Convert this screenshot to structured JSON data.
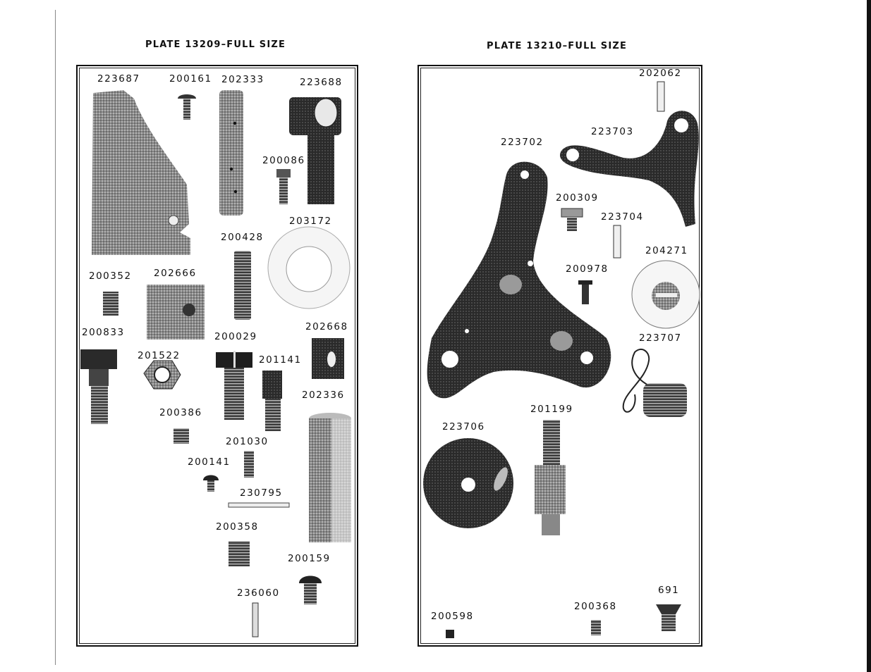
{
  "plates": [
    {
      "title": "PLATE 13209–FULL SIZE",
      "labels": [
        "223687",
        "200161",
        "202333",
        "223688",
        "200086",
        "203172",
        "200428",
        "200352",
        "202666",
        "200833",
        "202668",
        "200029",
        "201141",
        "201522",
        "202336",
        "200386",
        "201030",
        "200141",
        "230795",
        "200358",
        "200159",
        "236060"
      ]
    },
    {
      "title": "PLATE 13210–FULL SIZE",
      "labels": [
        "202062",
        "223703",
        "223702",
        "200309",
        "223704",
        "204271",
        "200978",
        "223707",
        "201199",
        "223706",
        "691",
        "200368",
        "200598"
      ]
    }
  ],
  "colors": {
    "ink": "#111111",
    "part_dark": "#2a2a2a",
    "part_mid": "#6e6e6e",
    "part_light": "#bdbdbd",
    "paper": "#ffffff"
  }
}
